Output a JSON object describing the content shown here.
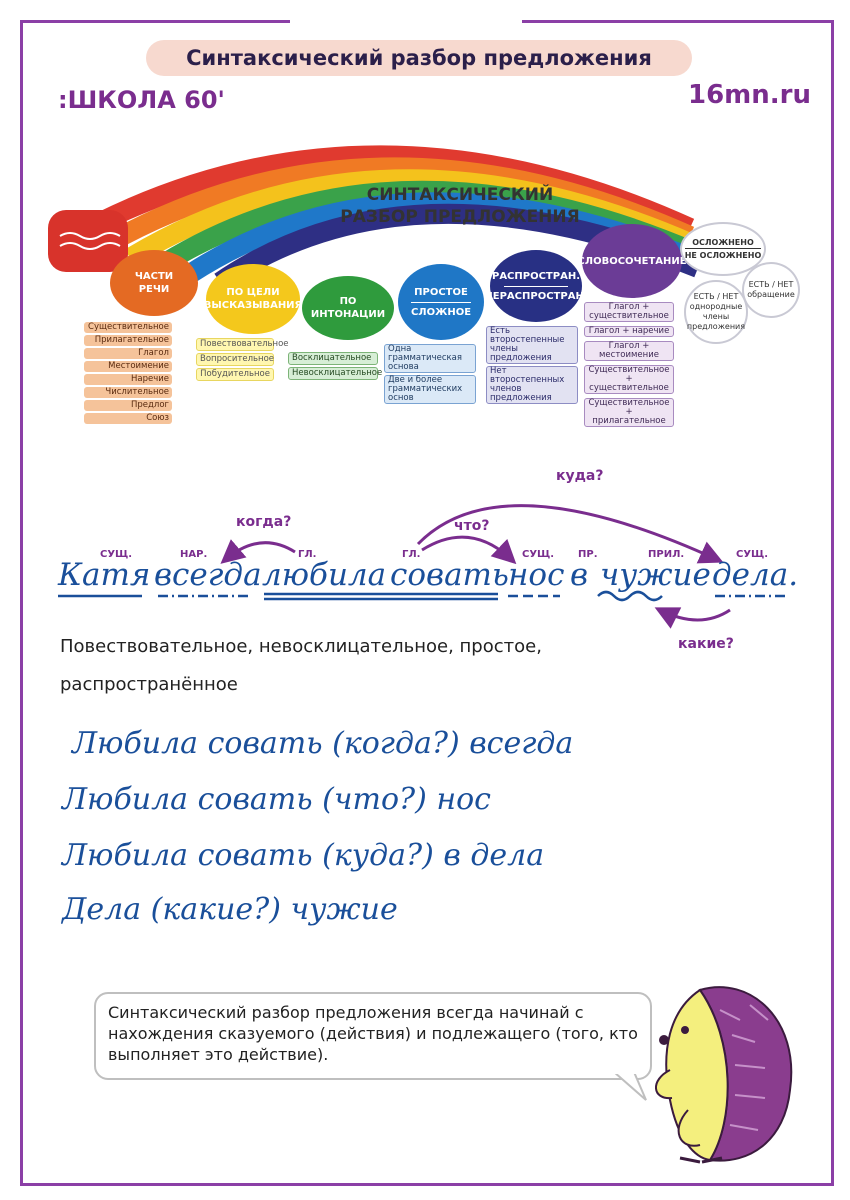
{
  "title": "Синтаксический разбор предложения",
  "logo": ":ШКОЛА 60'",
  "site": "16mn.ru",
  "rainbow": {
    "title_line1": "СИНТАКСИЧЕСКИЙ",
    "title_line2": "РАЗБОР ПРЕДЛОЖЕНИЯ",
    "colors": [
      "#e03a2f",
      "#f07a24",
      "#f4c21c",
      "#3aa24a",
      "#1f78c9",
      "#2e2f84",
      "#7a3f9e"
    ],
    "categories": [
      {
        "label1": "ЧАСТИ",
        "label2": "РЕЧИ",
        "color": "#e46a23"
      },
      {
        "label1": "ПО ЦЕЛИ",
        "label2": "ВЫСКАЗЫВАНИЯ",
        "color": "#f4c81c"
      },
      {
        "label1": "ПО ИНТОНАЦИИ",
        "color": "#2f9b3d"
      },
      {
        "label1": "ПРОСТОЕ",
        "label2": "СЛОЖНОЕ",
        "color": "#1f77c6"
      },
      {
        "label1": "РАСПРОСТРАН.",
        "label2": "НЕРАСПРОСТРАН.",
        "color": "#283084"
      },
      {
        "label1": "СЛОВОСОЧЕТАНИЕ",
        "color": "#6b3c96"
      }
    ],
    "parts_of_speech": [
      "Существительное",
      "Прилагательное",
      "Глагол",
      "Местоимение",
      "Наречие",
      "Числительное",
      "Предлог",
      "Союз"
    ],
    "purpose": [
      "Повествовательное",
      "Вопросительное",
      "Побудительное"
    ],
    "intonation": [
      "Восклицательное",
      "Невосклицательное"
    ],
    "simple_complex": [
      "Одна грамматическая основа",
      "Две и более грамматических основ"
    ],
    "extended": [
      "Есть второстепенные члены предложения",
      "Нет второстепенных членов предложения"
    ],
    "phrases": [
      "Глагол + существительное",
      "Глагол + наречие",
      "Глагол + местоимение",
      "Существительное + существительное",
      "Существительное + прилагательное"
    ],
    "complicated": {
      "line1": "ОСЛОЖНЕНО",
      "line2": "НЕ ОСЛОЖНЕНО"
    },
    "homogeneous": "ЕСТЬ / НЕТ однородные члены предложения",
    "address": "ЕСТЬ / НЕТ обращение"
  },
  "sentence": {
    "words": [
      "Катя",
      "всегда",
      "любила",
      "совать",
      "нос",
      "в",
      "чужие",
      "дела."
    ],
    "pos_labels": [
      "СУЩ.",
      "НАР.",
      "ГЛ.",
      "ГЛ.",
      "СУЩ.",
      "ПР.",
      "ПРИЛ.",
      "СУЩ."
    ],
    "questions": {
      "when": "когда?",
      "what": "что?",
      "where": "куда?",
      "which": "какие?"
    }
  },
  "characteristics_line1": "Повествовательное, невосклицательное, простое,",
  "characteristics_line2": "распространённое",
  "phrases_handwritten": [
    "Любила совать (когда?) всегда",
    "Любила совать (что?) нос",
    "Любила совать (куда?) в дела",
    "Дела (какие?) чужие"
  ],
  "note": "Синтаксический разбор предложения всегда начинай с нахождения сказуемого (действия) и подлежащего (того, кто выполняет это действие)."
}
